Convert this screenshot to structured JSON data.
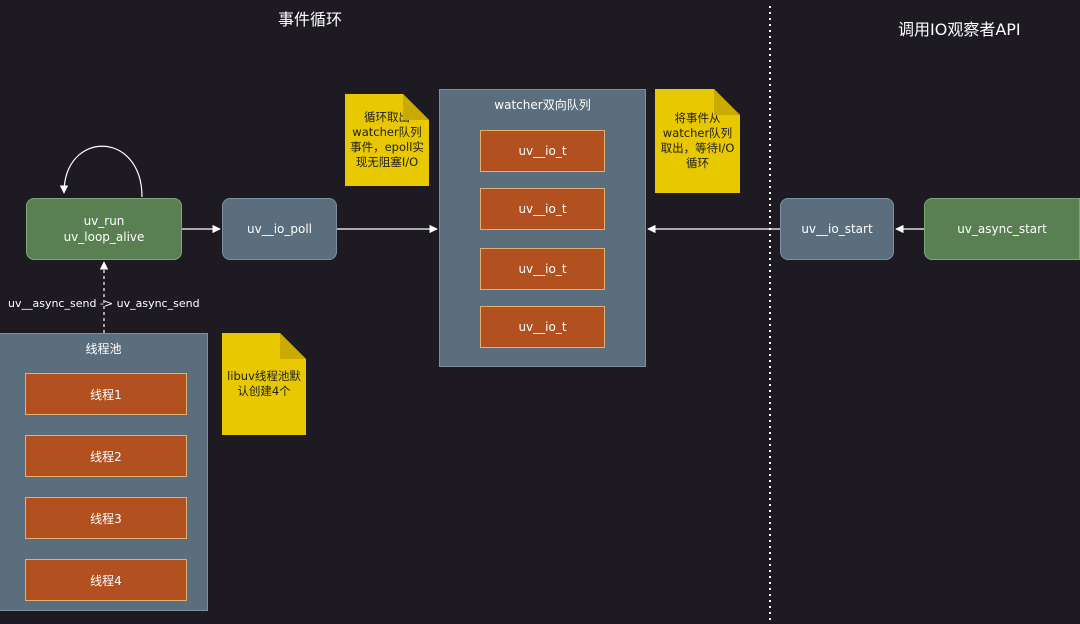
{
  "titles": {
    "event_loop": "事件循环",
    "io_api": "调用IO观察者API"
  },
  "nodes": {
    "uv_run": [
      "uv_run",
      "uv_loop_alive"
    ],
    "uv_io_poll": "uv__io_poll",
    "uv_io_start": "uv__io_start",
    "uv_async_start": "uv_async_start"
  },
  "watcher_queue": {
    "title": "watcher双向队列",
    "items": [
      "uv__io_t",
      "uv__io_t",
      "uv__io_t",
      "uv__io_t"
    ]
  },
  "thread_pool": {
    "title": "线程池",
    "threads": [
      "线程1",
      "线程2",
      "线程3",
      "线程4"
    ]
  },
  "notes": {
    "poll_note": [
      "循环取出",
      "watcher队列",
      "事件，epoll实",
      "现无阻塞I/O"
    ],
    "start_note": [
      "将事件从",
      "watcher队列",
      "取出，等待I/O",
      "循环"
    ],
    "pool_note": [
      "libuv线程池默",
      "认创建4个"
    ]
  },
  "edge_labels": {
    "async_send": "uv__async_send ->  uv_async_send"
  },
  "colors": {
    "background": "#1d1b21",
    "green_node": "#5a7f52",
    "slate_node": "#5b6e7d",
    "brick_item": "#b3501f",
    "note": "#e8c800"
  }
}
